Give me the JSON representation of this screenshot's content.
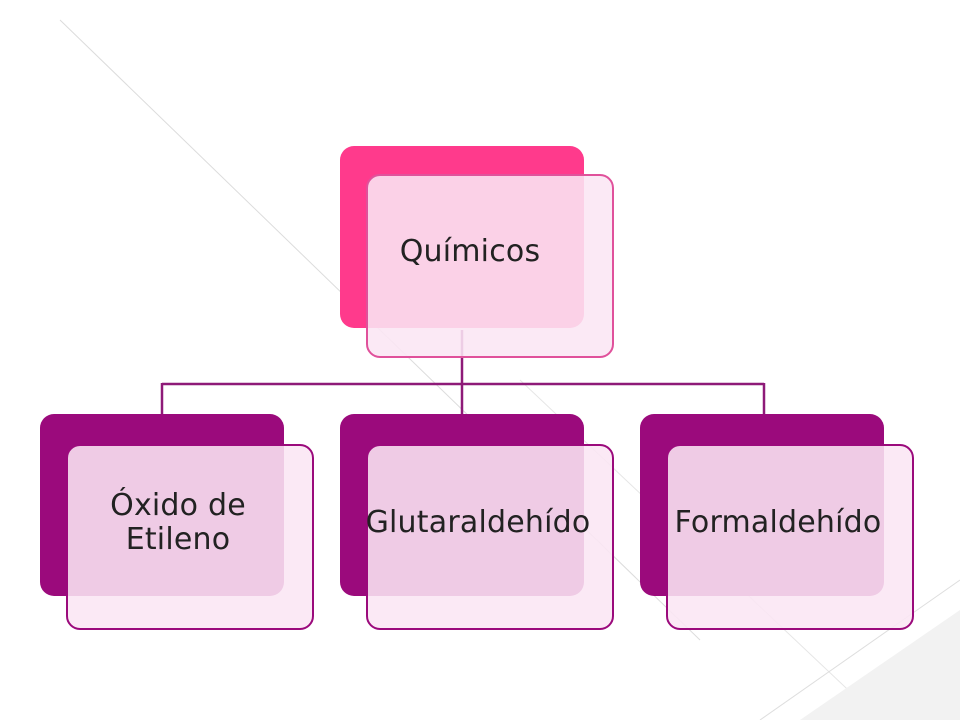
{
  "colors": {
    "root_accent": "#ff3a8c",
    "root_border": "#e0519b",
    "child_accent": "#9b0a7c",
    "child_border": "#9b0a7c",
    "box_fill": "#fae6f4",
    "connector": "#8e1a78"
  },
  "diagram": {
    "root": {
      "label": "Químicos"
    },
    "children": [
      {
        "label": "Óxido de Etileno"
      },
      {
        "label": "Glutaraldehído"
      },
      {
        "label": "Formaldehído"
      }
    ]
  }
}
